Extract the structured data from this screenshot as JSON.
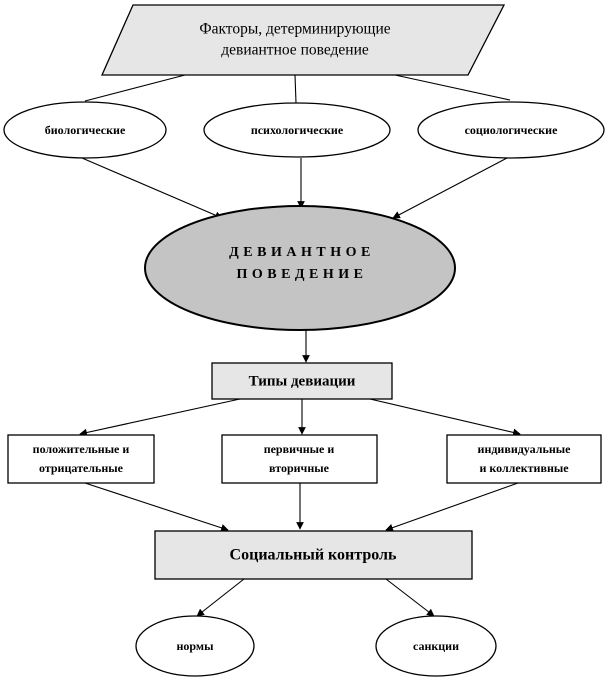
{
  "colors": {
    "header_fill": "#e6e6e6",
    "center_fill": "#c4c4c4",
    "box_fill": "#ffffff",
    "stroke": "#000000"
  },
  "factors": {
    "title_line1": "Факторы, детерминирующие",
    "title_line2": "девиантное поведение",
    "items": [
      {
        "label": "биологические"
      },
      {
        "label": "психологические"
      },
      {
        "label": "социологические"
      }
    ]
  },
  "center": {
    "line1": "ДЕВИАНТНОЕ",
    "line2": "ПОВЕДЕНИЕ"
  },
  "types": {
    "title": "Типы девиации",
    "items": [
      {
        "line1": "положительные и",
        "line2": "отрицательные"
      },
      {
        "line1": "первичные и",
        "line2": "вторичные"
      },
      {
        "line1": "индивидуальные",
        "line2": "и коллективные"
      }
    ]
  },
  "control": {
    "title": "Социальный контроль",
    "items": [
      {
        "label": "нормы"
      },
      {
        "label": "санкции"
      }
    ]
  }
}
